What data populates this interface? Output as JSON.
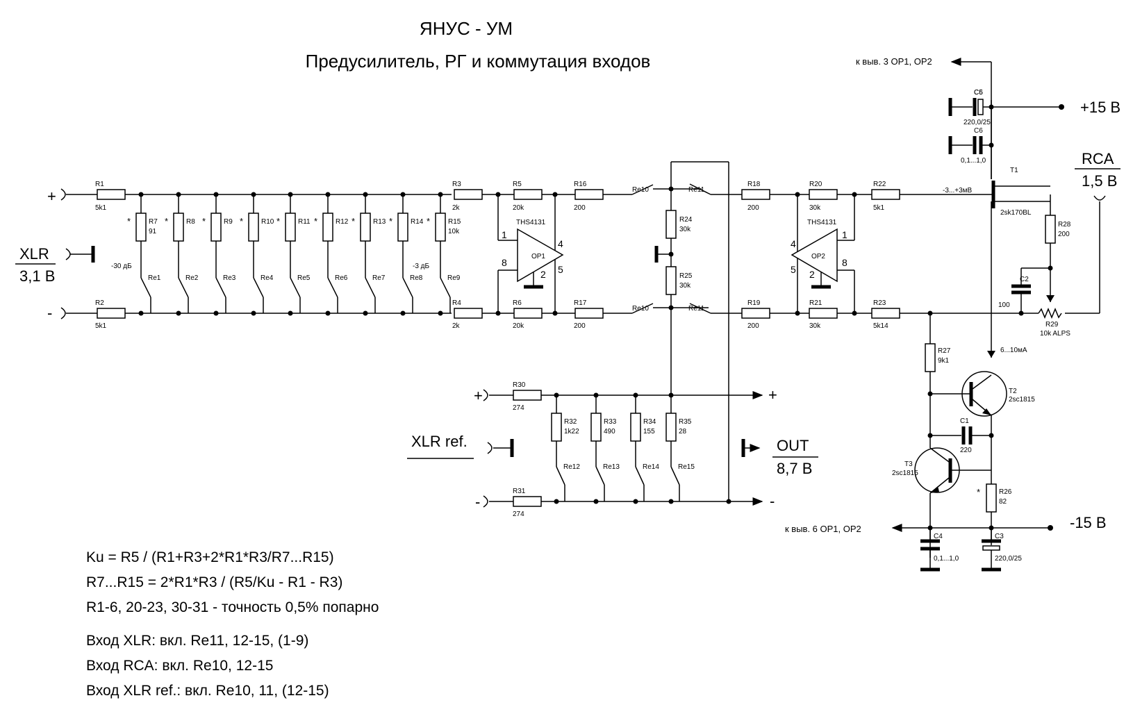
{
  "title": "ЯНУС - УМ",
  "subtitle": "Предусилитель, РГ и коммутация входов",
  "ports": {
    "xlr_label": "XLR",
    "xlr_level": "3,1 В",
    "rca_label": "RCA",
    "rca_level": "1,5 В",
    "xlr_ref_label": "XLR ref.",
    "out_label": "OUT",
    "out_level": "8,7 В",
    "plus_supply": "+15 В",
    "minus_supply": "-15 В",
    "plus": "+",
    "minus": "-",
    "to_pin3": "к выв. 3  OP1, OP2",
    "to_pin6": "к выв. 6  OP1, OP2"
  },
  "annotations": {
    "att_max": "-30 дБ",
    "att_min": "-3 дБ",
    "bias_voltage": "-3...+3мВ",
    "current": "6...10мА",
    "star": "*"
  },
  "resistors": [
    {
      "ref": "R1",
      "val": "5k1"
    },
    {
      "ref": "R2",
      "val": "5k1"
    },
    {
      "ref": "R3",
      "val": "2k"
    },
    {
      "ref": "R4",
      "val": "2k"
    },
    {
      "ref": "R5",
      "val": "20k"
    },
    {
      "ref": "R6",
      "val": "20k"
    },
    {
      "ref": "R7",
      "val": "91"
    },
    {
      "ref": "R8",
      "val": ""
    },
    {
      "ref": "R9",
      "val": ""
    },
    {
      "ref": "R10",
      "val": ""
    },
    {
      "ref": "R11",
      "val": ""
    },
    {
      "ref": "R12",
      "val": ""
    },
    {
      "ref": "R13",
      "val": ""
    },
    {
      "ref": "R14",
      "val": ""
    },
    {
      "ref": "R15",
      "val": "10k"
    },
    {
      "ref": "R16",
      "val": "200"
    },
    {
      "ref": "R17",
      "val": "200"
    },
    {
      "ref": "R18",
      "val": "200"
    },
    {
      "ref": "R19",
      "val": "200"
    },
    {
      "ref": "R20",
      "val": "30k"
    },
    {
      "ref": "R21",
      "val": "30k"
    },
    {
      "ref": "R22",
      "val": "5k1"
    },
    {
      "ref": "R23",
      "val": "5k14"
    },
    {
      "ref": "R24",
      "val": "30k"
    },
    {
      "ref": "R25",
      "val": "30k"
    },
    {
      "ref": "R26",
      "val": "82"
    },
    {
      "ref": "R27",
      "val": "9k1"
    },
    {
      "ref": "R28",
      "val": "200"
    },
    {
      "ref": "R29",
      "val": "10k ALPS"
    },
    {
      "ref": "R30",
      "val": "274"
    },
    {
      "ref": "R31",
      "val": "274"
    },
    {
      "ref": "R32",
      "val": "1k22"
    },
    {
      "ref": "R33",
      "val": "490"
    },
    {
      "ref": "R34",
      "val": "155"
    },
    {
      "ref": "R35",
      "val": "28"
    }
  ],
  "capacitors": [
    {
      "ref": "C1",
      "val": "220"
    },
    {
      "ref": "C2",
      "val": "100"
    },
    {
      "ref": "C3",
      "val": "220,0/25"
    },
    {
      "ref": "C4",
      "val": "0,1...1,0"
    },
    {
      "ref": "C5",
      "val": "220,0/25"
    },
    {
      "ref": "C6",
      "val": "0,1...1,0"
    }
  ],
  "relays": [
    "Re1",
    "Re2",
    "Re3",
    "Re4",
    "Re5",
    "Re6",
    "Re7",
    "Re8",
    "Re9",
    "Re10",
    "Re11",
    "Re12",
    "Re13",
    "Re14",
    "Re15"
  ],
  "opamps": [
    {
      "ref": "OP1",
      "type": "THS4131",
      "pins": [
        "1",
        "8",
        "4",
        "5",
        "2"
      ]
    },
    {
      "ref": "OP2",
      "type": "THS4131",
      "pins": [
        "4",
        "5",
        "1",
        "8",
        "2"
      ]
    }
  ],
  "transistors": [
    {
      "ref": "T1",
      "type": "2sk170BL"
    },
    {
      "ref": "T2",
      "type": "2sc1815"
    },
    {
      "ref": "T3",
      "type": "2sc1815"
    }
  ],
  "notes": [
    "Ku = R5 / (R1+R3+2*R1*R3/R7...R15)",
    "R7...R15 = 2*R1*R3 / (R5/Ku - R1 - R3)",
    "R1-6, 20-23, 30-31  - точность 0,5% попарно",
    "Вход XLR:  вкл. Re11, 12-15, (1-9)",
    "Вход RCA:  вкл. Re10, 12-15",
    "Вход XLR ref.:  вкл. Re10, 11, (12-15)"
  ]
}
